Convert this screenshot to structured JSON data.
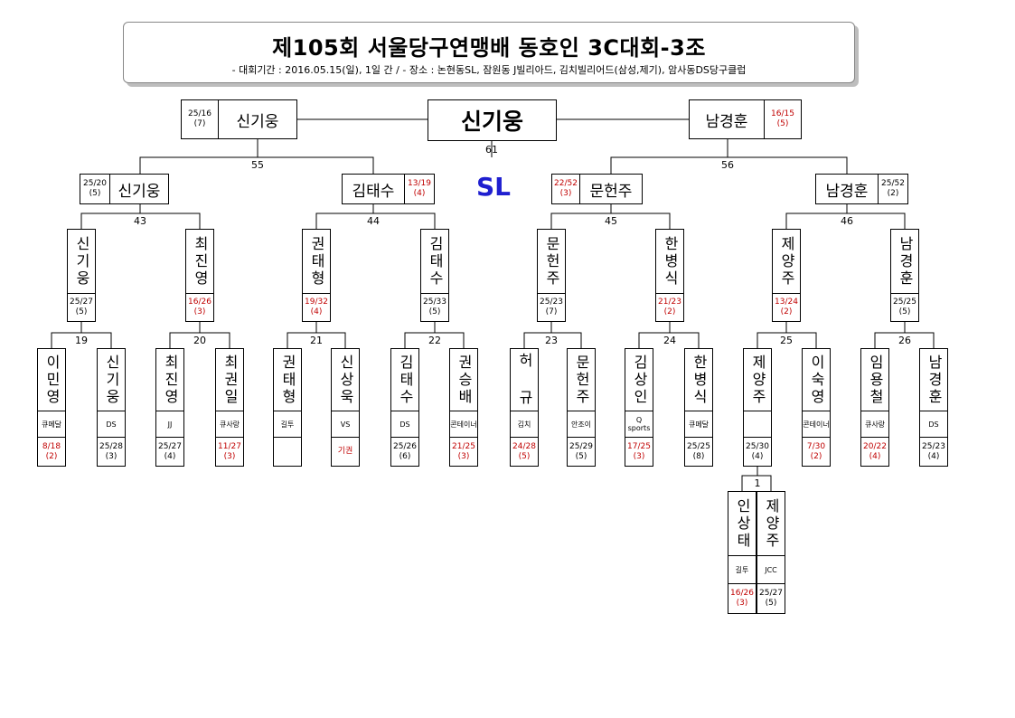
{
  "header": {
    "title": "제105회 서울당구연맹배 동호인 3C대회-3조",
    "info": "- 대회기간 : 2016.05.15(일), 1일 간 / - 장소 : 논현동SL, 잠원동 J빌리아드, 김치빌리어드(삼성,제기), 암사동DS당구클럽"
  },
  "venue": "SL",
  "final": {
    "match_no": "61",
    "winner": "신기웅",
    "left": {
      "name": "신기웅",
      "score": "25/16",
      "inn": "(7)"
    },
    "right": {
      "name": "남경훈",
      "score": "16/15",
      "inn": "(5)"
    }
  },
  "semis": [
    {
      "match_no": "55",
      "left": {
        "name": "신기웅",
        "score": "25/20",
        "inn": "(5)"
      },
      "right": {
        "name": "김태수",
        "score": "13/19",
        "inn": "(4)"
      }
    },
    {
      "match_no": "56",
      "left": {
        "name": "문헌주",
        "score": "22/52",
        "inn": "(3)"
      },
      "right": {
        "name": "남경훈",
        "score": "25/52",
        "inn": "(2)"
      }
    }
  ],
  "quarters": [
    {
      "match_no": "43"
    },
    {
      "match_no": "44"
    },
    {
      "match_no": "45"
    },
    {
      "match_no": "46"
    }
  ],
  "round16": [
    {
      "name": "신기웅",
      "score": "25/27",
      "inn": "(5)"
    },
    {
      "name": "최진영",
      "score": "16/26",
      "inn": "(3)"
    },
    {
      "name": "권태형",
      "score": "19/32",
      "inn": "(4)"
    },
    {
      "name": "김태수",
      "score": "25/33",
      "inn": "(5)"
    },
    {
      "name": "문헌주",
      "score": "25/23",
      "inn": "(7)"
    },
    {
      "name": "한병식",
      "score": "21/23",
      "inn": "(2)"
    },
    {
      "name": "제양주",
      "score": "13/24",
      "inn": "(2)"
    },
    {
      "name": "남경훈",
      "score": "25/25",
      "inn": "(5)"
    }
  ],
  "round16_matches": [
    {
      "match_no": "19"
    },
    {
      "match_no": "20"
    },
    {
      "match_no": "21"
    },
    {
      "match_no": "22"
    },
    {
      "match_no": "23"
    },
    {
      "match_no": "24"
    },
    {
      "match_no": "25"
    },
    {
      "match_no": "26"
    }
  ],
  "round32": [
    {
      "name": "이민영",
      "club": "큐메달",
      "score": "8/18",
      "inn": "(2)"
    },
    {
      "name": "신기웅",
      "club": "DS",
      "score": "25/28",
      "inn": "(3)"
    },
    {
      "name": "최진영",
      "club": "JJ",
      "score": "25/27",
      "inn": "(4)"
    },
    {
      "name": "최권일",
      "club": "큐사랑",
      "score": "11/27",
      "inn": "(3)"
    },
    {
      "name": "권태형",
      "club": "길투",
      "score": "",
      "inn": ""
    },
    {
      "name": "신상욱",
      "club": "VS",
      "score": "기권",
      "inn": ""
    },
    {
      "name": "김태수",
      "club": "DS",
      "score": "25/26",
      "inn": "(6)"
    },
    {
      "name": "권승배",
      "club": "콘테이너",
      "score": "21/25",
      "inn": "(3)"
    },
    {
      "name": "허 규",
      "club": "김치",
      "score": "24/28",
      "inn": "(5)"
    },
    {
      "name": "문헌주",
      "club": "안조이",
      "score": "25/29",
      "inn": "(5)"
    },
    {
      "name": "김상인",
      "club": "Q sports",
      "score": "17/25",
      "inn": "(3)"
    },
    {
      "name": "한병식",
      "club": "큐메달",
      "score": "25/25",
      "inn": "(8)"
    },
    {
      "name": "제양주",
      "club": "",
      "score": "25/30",
      "inn": "(4)"
    },
    {
      "name": "이숙영",
      "club": "콘테이너",
      "score": "7/30",
      "inn": "(2)"
    },
    {
      "name": "임용철",
      "club": "큐사랑",
      "score": "20/22",
      "inn": "(4)"
    },
    {
      "name": "남경훈",
      "club": "DS",
      "score": "25/23",
      "inn": "(4)"
    }
  ],
  "prelim": {
    "match_no": "1",
    "players": [
      {
        "name": "인상태",
        "club": "길투",
        "score": "16/26",
        "inn": "(3)"
      },
      {
        "name": "제양주",
        "club": "JCC",
        "score": "25/27",
        "inn": "(5)"
      }
    ]
  }
}
